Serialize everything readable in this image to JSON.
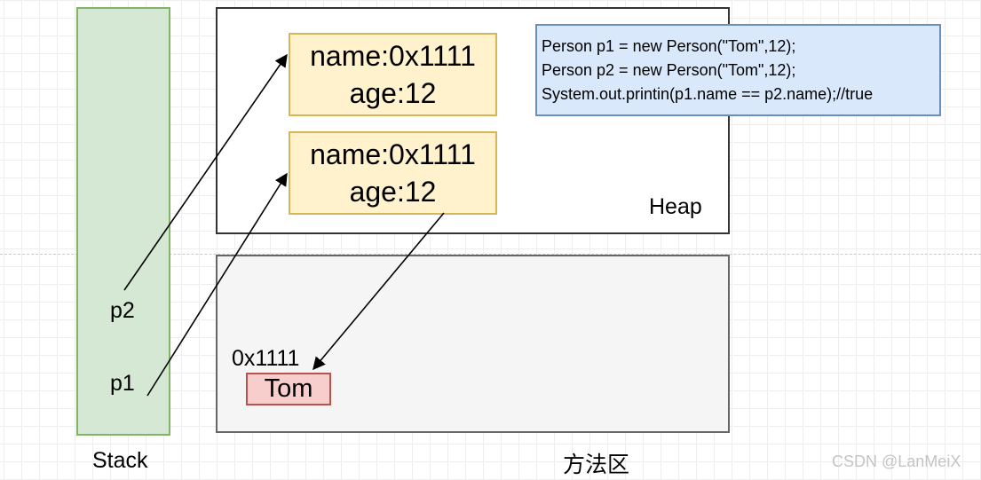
{
  "stack": {
    "label": "Stack",
    "vars": [
      "p2",
      "p1"
    ]
  },
  "heap": {
    "label": "Heap",
    "objects": [
      {
        "name": "name:0x1111",
        "age": "age:12"
      },
      {
        "name": "name:0x1111",
        "age": "age:12"
      }
    ]
  },
  "method_area": {
    "label": "方法区",
    "address": "0x1111",
    "string": "Tom"
  },
  "code": {
    "lines": [
      "Person p1 = new Person(\"Tom\",12);",
      "Person p2 = new Person(\"Tom\",12);",
      "System.out.printin(p1.name == p2.name);//true"
    ]
  },
  "watermark": "CSDN @LanMeiX",
  "colors": {
    "stack_fill": "#d5e8d4",
    "stack_stroke": "#82b366",
    "object_fill": "#fff2cc",
    "object_stroke": "#d6b656",
    "code_fill": "#dae8fc",
    "code_stroke": "#6c8ebf",
    "string_fill": "#f8cecc",
    "string_stroke": "#b85450",
    "method_fill": "#f5f5f5"
  }
}
